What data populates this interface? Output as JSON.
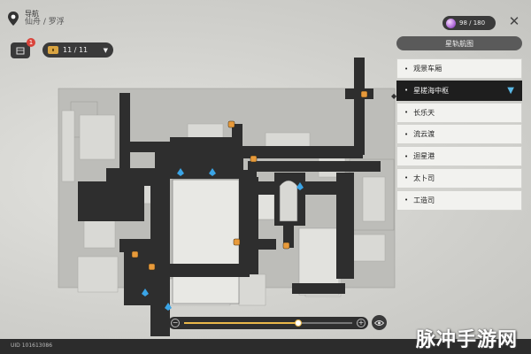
{
  "header": {
    "title": "导航",
    "subtitle": "仙舟 / 罗浮"
  },
  "mail": {
    "badge": "1"
  },
  "chest": {
    "count": "11 / 11"
  },
  "stamina": {
    "value": "98 / 180"
  },
  "panel": {
    "title": "星轨航图",
    "items": [
      {
        "label": "观景车厢",
        "selected": false
      },
      {
        "label": "星槎海中枢",
        "selected": true
      },
      {
        "label": "长乐天",
        "selected": false
      },
      {
        "label": "流云渡",
        "selected": false
      },
      {
        "label": "迴星港",
        "selected": false
      },
      {
        "label": "太卜司",
        "selected": false
      },
      {
        "label": "工造司",
        "selected": false
      }
    ]
  },
  "zoom": {
    "level": 0.68
  },
  "footer": {
    "uid": "UID 101613086"
  },
  "watermark": "脉冲手游网",
  "colors": {
    "accent": "#eab84a",
    "marker_blue": "#3aa4e6",
    "marker_orange": "#e89a3a"
  }
}
